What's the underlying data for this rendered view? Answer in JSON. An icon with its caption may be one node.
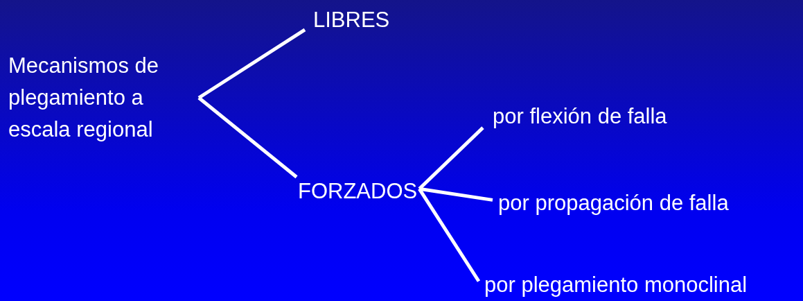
{
  "diagram": {
    "nodes": [
      {
        "text": [
          "Mecanismos de plegamiento a escala regional"
        ]
      },
      {
        "text": [
          "LIBRES"
        ]
      },
      {
        "text": [
          "FORZADOS"
        ]
      },
      {
        "text": [
          "por flexión de falla"
        ]
      },
      {
        "text": [
          "por propagación de falla"
        ]
      },
      {
        "text": [
          "por plegamiento monoclinal"
        ]
      }
    ],
    "edges": [
      {
        "from": 0,
        "to": 1,
        "arrow": "none"
      },
      {
        "from": 0,
        "to": 2,
        "arrow": "none"
      },
      {
        "from": 2,
        "to": 3,
        "arrow": "none"
      },
      {
        "from": 2,
        "to": 4,
        "arrow": "none"
      },
      {
        "from": 2,
        "to": 5,
        "arrow": "none"
      }
    ]
  }
}
